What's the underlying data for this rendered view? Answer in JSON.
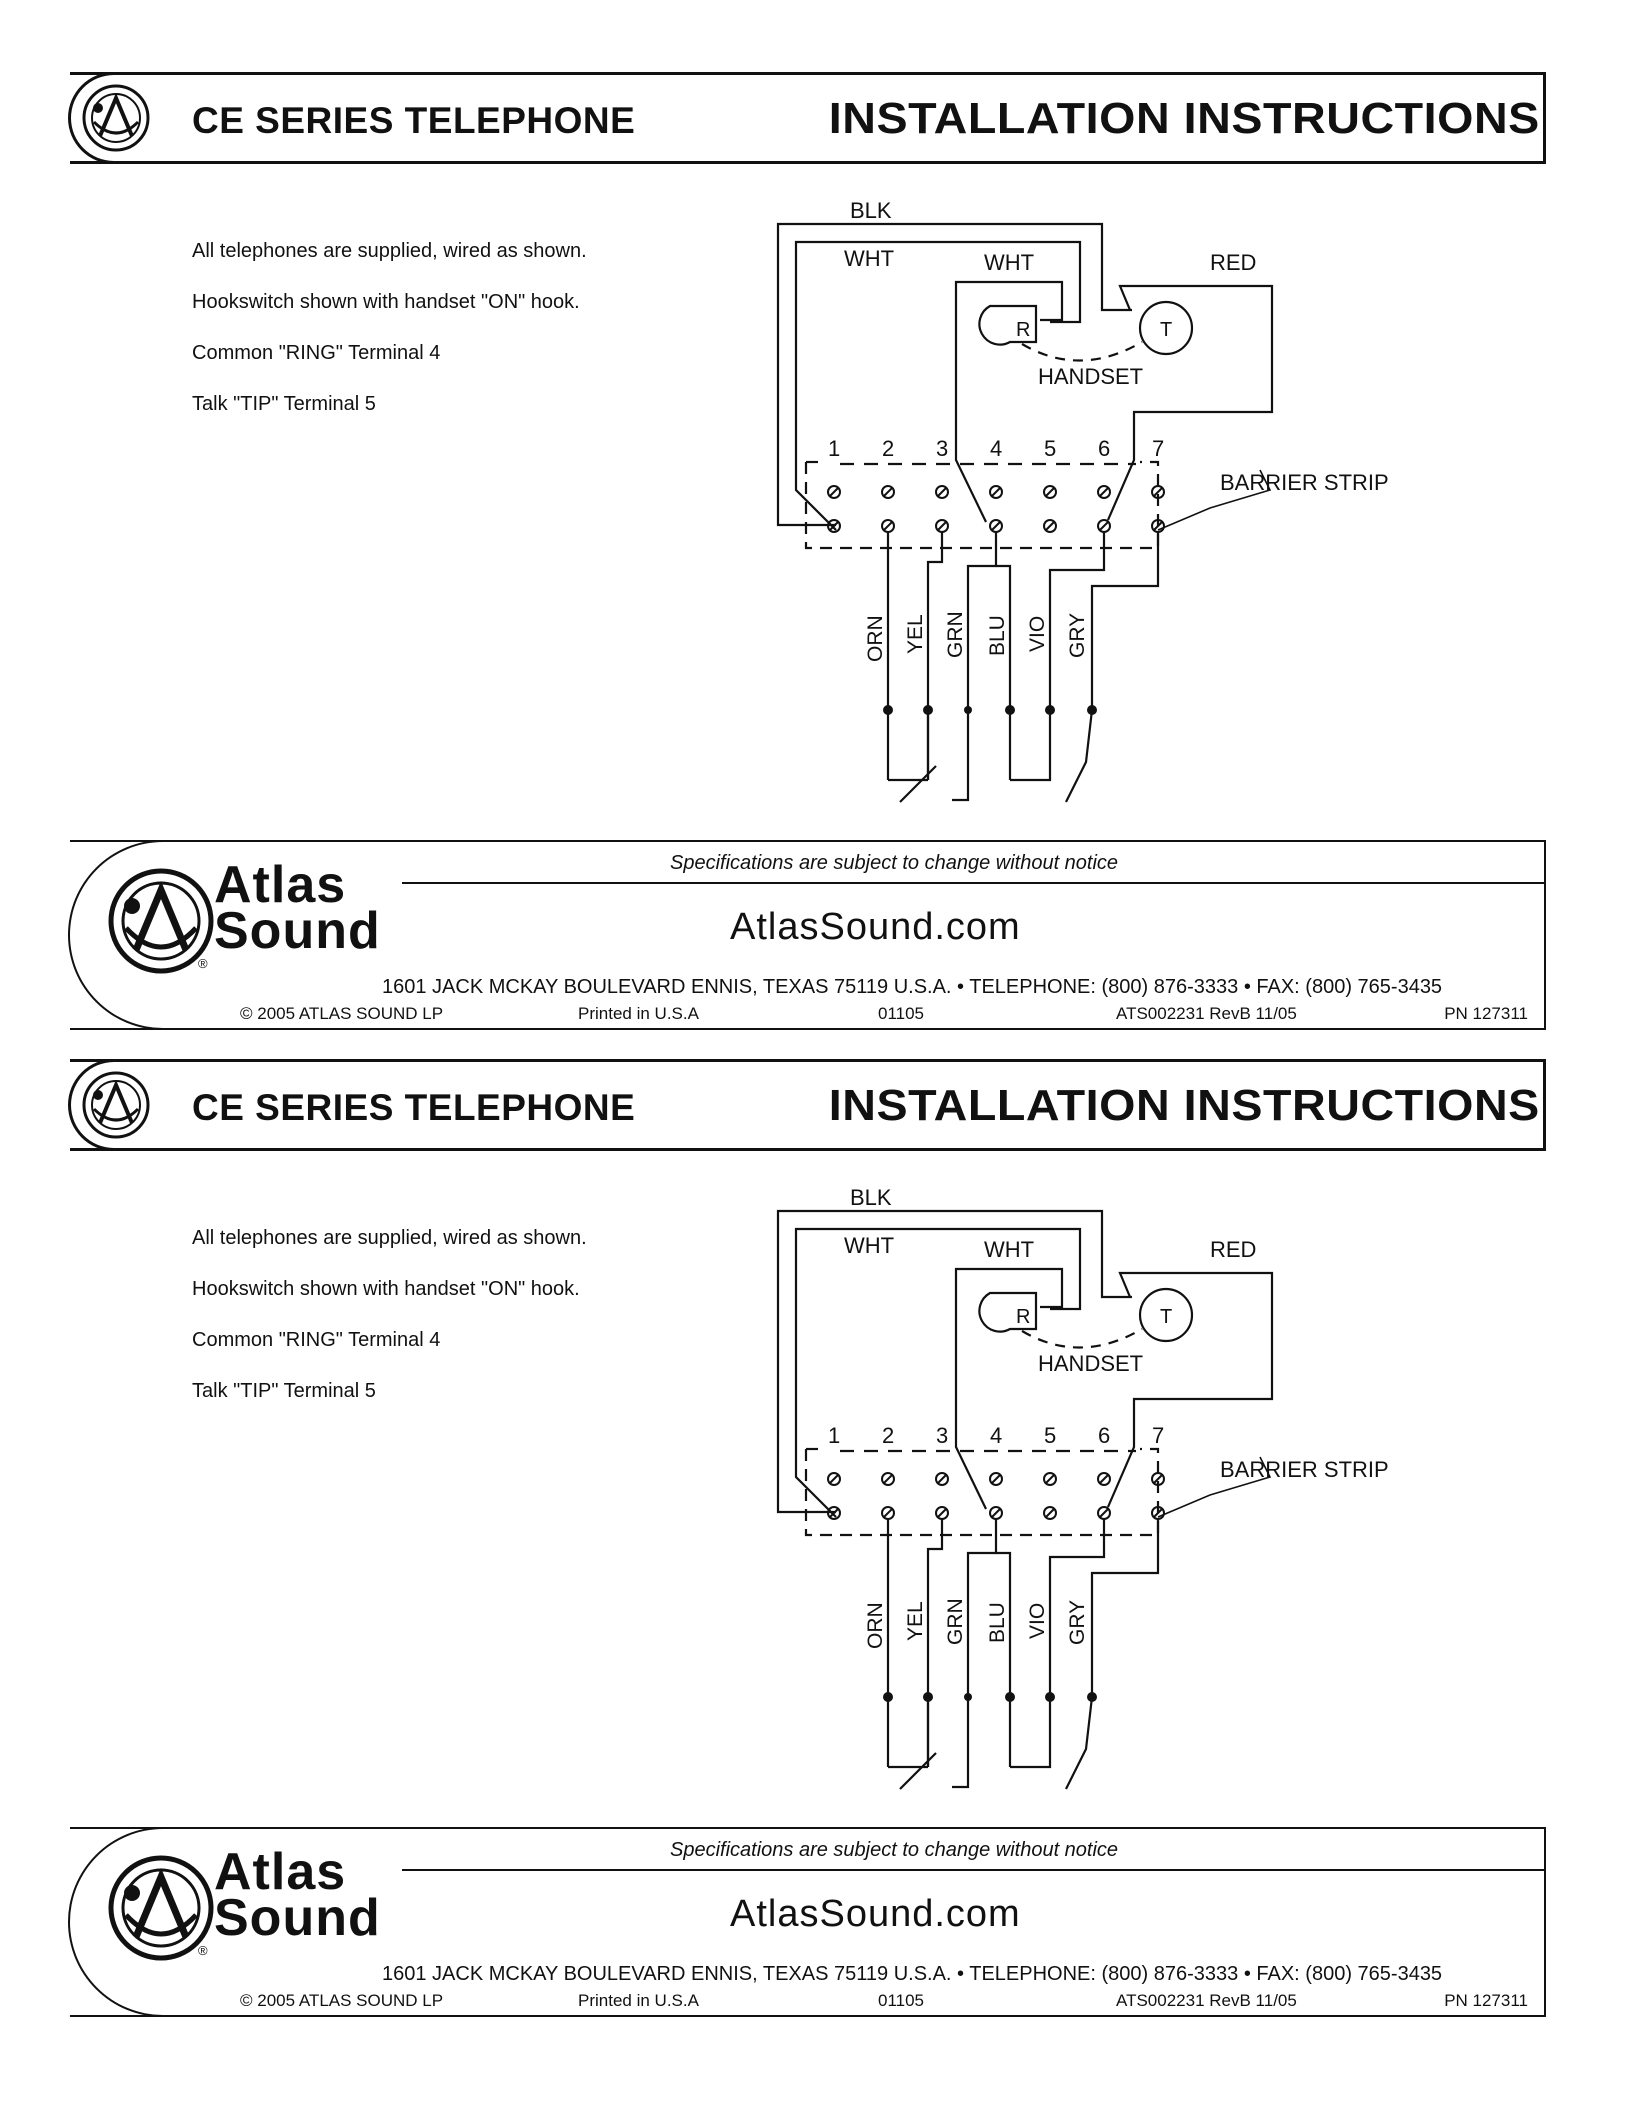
{
  "header": {
    "left_title": "CE SERIES TELEPHONE",
    "right_title": "INSTALLATION INSTRUCTIONS"
  },
  "notes": [
    "All telephones are supplied, wired as shown.",
    "Hookswitch shown with handset \"ON\" hook.",
    "Common \"RING\" Terminal 4",
    "Talk \"TIP\" Terminal 5"
  ],
  "diagram": {
    "top_wires": [
      "BLK",
      "WHT",
      "WHT",
      "RED"
    ],
    "handset_label": "HANDSET",
    "ring_label": "R",
    "tip_label": "T",
    "terminals": [
      "1",
      "2",
      "3",
      "4",
      "5",
      "6",
      "7"
    ],
    "barrier_strip_label": "BARRIER STRIP",
    "bottom_wires": [
      "ORN",
      "YEL",
      "GRN",
      "BLU",
      "VIO",
      "GRY"
    ]
  },
  "footer": {
    "spec_notice": "Specifications are subject to change without notice",
    "brand_line1": "Atlas",
    "brand_line2": "Sound",
    "registered_mark": "®",
    "website": "AtlasSound.com",
    "address": "1601 JACK MCKAY BOULEVARD ENNIS, TEXAS 75119 U.S.A. •  TELEPHONE: (800) 876-3333  •  FAX: (800) 765-3435",
    "copyright": "© 2005 ATLAS SOUND LP",
    "printed": "Printed in U.S.A",
    "code": "01105",
    "doc_number": "ATS002231 RevB 11/05",
    "part_number": "PN 127311"
  }
}
